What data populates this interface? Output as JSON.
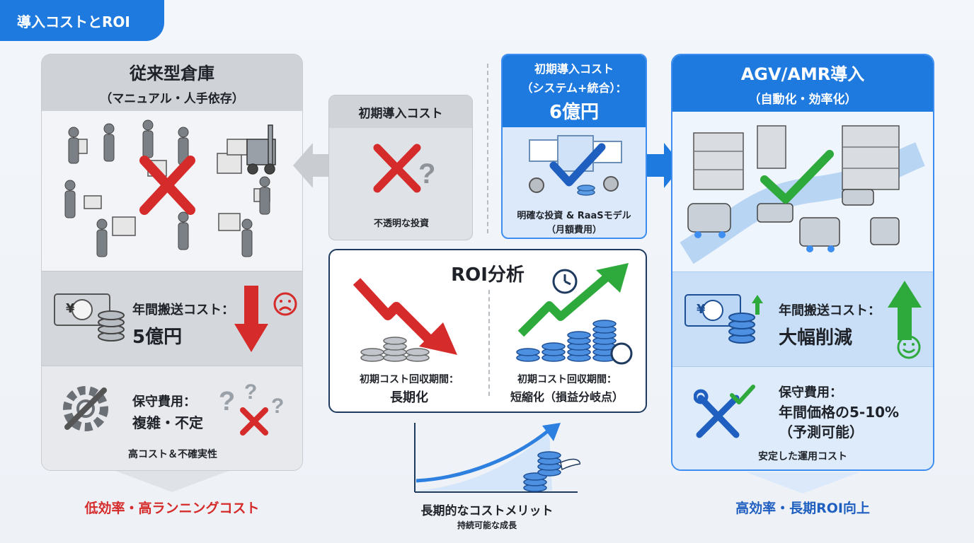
{
  "header": {
    "title": "導入コストとROI"
  },
  "traditional": {
    "title": "従来型倉庫",
    "subtitle": "（マニュアル・人手依存）",
    "cost_label": "年間搬送コスト：",
    "cost_value": "5億円",
    "maint_label": "保守費用：",
    "maint_value": "複雑・不定",
    "maint_note": "高コスト＆不確実性",
    "footer": "低効率・高ランニングコスト",
    "currency_symbol": "¥"
  },
  "initial_cost_unknown": {
    "title": "初期導入コスト",
    "note": "不透明な投資"
  },
  "initial_cost_agv": {
    "title_line1": "初期導入コスト",
    "title_line2": "（システム+統合）：",
    "value": "6億円",
    "note_line1": "明確な投資 & RaaSモデル",
    "note_line2": "（月額費用）"
  },
  "roi": {
    "title": "ROI分析",
    "left_label": "初期コスト回収期間：",
    "left_value": "長期化",
    "right_label": "初期コスト回収期間：",
    "right_value": "短縮化（損益分岐点）"
  },
  "long_term": {
    "title": "長期的なコストメリット",
    "subtitle": "持続可能な成長"
  },
  "agv": {
    "title": "AGV/AMR導入",
    "subtitle": "（自動化・効率化）",
    "cost_label": "年間搬送コスト：",
    "cost_value": "大幅削減",
    "maint_label": "保守費用：",
    "maint_value_line1": "年間価格の5-10%",
    "maint_value_line2": "（予測可能）",
    "maint_note": "安定した運用コスト",
    "footer": "高効率・長期ROI向上",
    "currency_symbol": "¥"
  },
  "colors": {
    "primary": "#1f7ae0",
    "bad": "#d62b2b",
    "good": "#2eaa3c",
    "navy": "#1e3a5f",
    "gray_panel": "#dfe2e6"
  }
}
